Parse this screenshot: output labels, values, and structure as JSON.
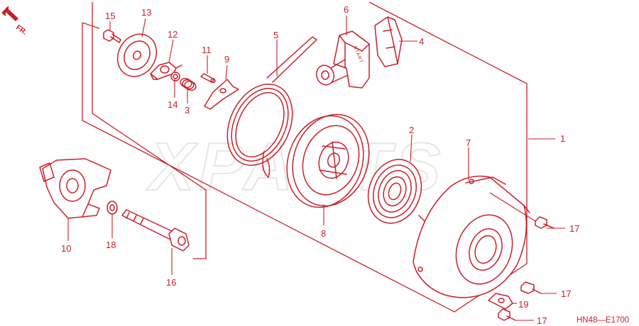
{
  "direction_label": "FR.",
  "watermark": "XPARTS",
  "diagram_code": "HN48—E1700",
  "start_text": "START",
  "colors": {
    "line": "#c8202a",
    "background": "#ffffff",
    "watermark": "#e6e6e6"
  },
  "callouts": {
    "c1": "1",
    "c2": "2",
    "c3": "3",
    "c4": "4",
    "c5": "5",
    "c6": "6",
    "c7": "7",
    "c8": "8",
    "c9": "9",
    "c10": "10",
    "c11": "11",
    "c12": "12",
    "c13": "13",
    "c14": "14",
    "c15": "15",
    "c16": "16",
    "c17a": "17",
    "c17b": "17",
    "c17c": "17",
    "c18": "18",
    "c19": "19"
  }
}
